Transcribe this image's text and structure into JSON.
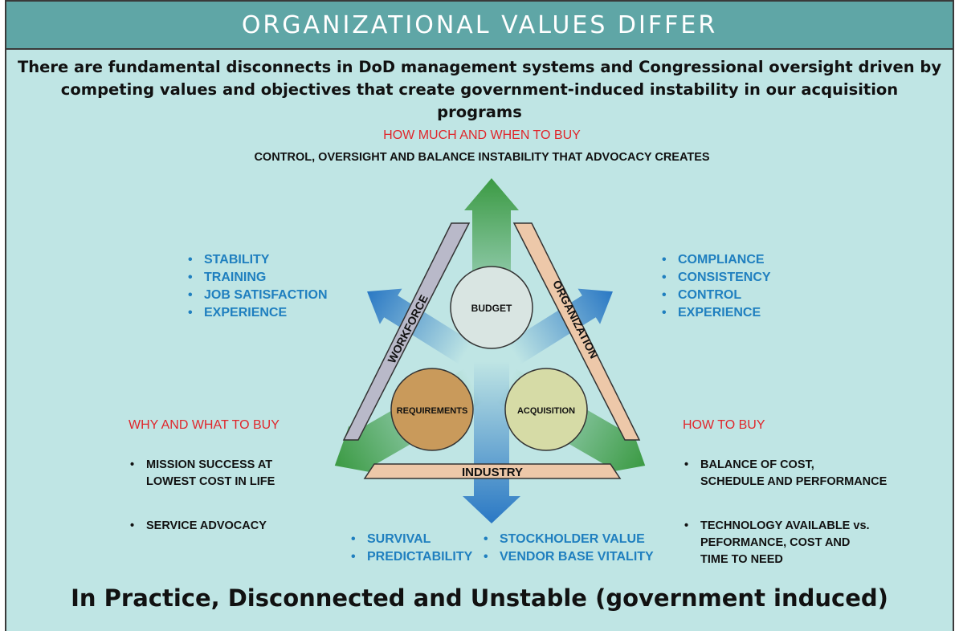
{
  "banner": {
    "title": "ORGANIZATIONAL VALUES DIFFER"
  },
  "subtitle": {
    "line1": "There are fundamental disconnects in DoD management systems and Congressional oversight driven by",
    "line2": "competing values and objectives that create government-induced instability in our acquisition programs"
  },
  "top": {
    "heading": "HOW MUCH AND WHEN TO BUY",
    "text": "CONTROL, OVERSIGHT AND BALANCE INSTABILITY THAT ADVOCACY CREATES"
  },
  "workforce_values": [
    "STABILITY",
    "TRAINING",
    "JOB SATISFACTION",
    "EXPERIENCE"
  ],
  "organization_values": [
    "COMPLIANCE",
    "CONSISTENCY",
    "CONTROL",
    "EXPERIENCE"
  ],
  "left": {
    "heading": "WHY AND WHAT TO BUY",
    "items": [
      "MISSION SUCCESS AT\nLOWEST COST IN LIFE",
      "SERVICE ADVOCACY"
    ]
  },
  "right": {
    "heading": "HOW TO BUY",
    "items": [
      "BALANCE OF COST,\nSCHEDULE AND PERFORMANCE",
      "TECHNOLOGY AVAILABLE vs.\nPEFORMANCE, COST AND\nTIME TO NEED"
    ]
  },
  "industry_values": {
    "col1": [
      "SURVIVAL",
      "PREDICTABILITY"
    ],
    "col2": [
      "STOCKHOLDER VALUE",
      "VENDOR BASE VITALITY"
    ]
  },
  "diagram": {
    "budget": "BUDGET",
    "requirements": "REQUIREMENTS",
    "acquisition": "ACQUISITION",
    "workforce": "WORKFORCE",
    "organization": "ORGANIZATION",
    "industry": "INDUSTRY",
    "colors": {
      "budget": "#d9e5e2",
      "requirements": "#c99a5b",
      "acquisition": "#d6dba6",
      "workforce_bar": "#b9b9c9",
      "organization_bar": "#edc8a9",
      "industry_bar": "#edc8a9",
      "green_arrow": "#3b9a43",
      "blue_arrow": "#2a78c4"
    }
  },
  "footer": {
    "text": "In Practice, Disconnected and Unstable (government induced)"
  }
}
